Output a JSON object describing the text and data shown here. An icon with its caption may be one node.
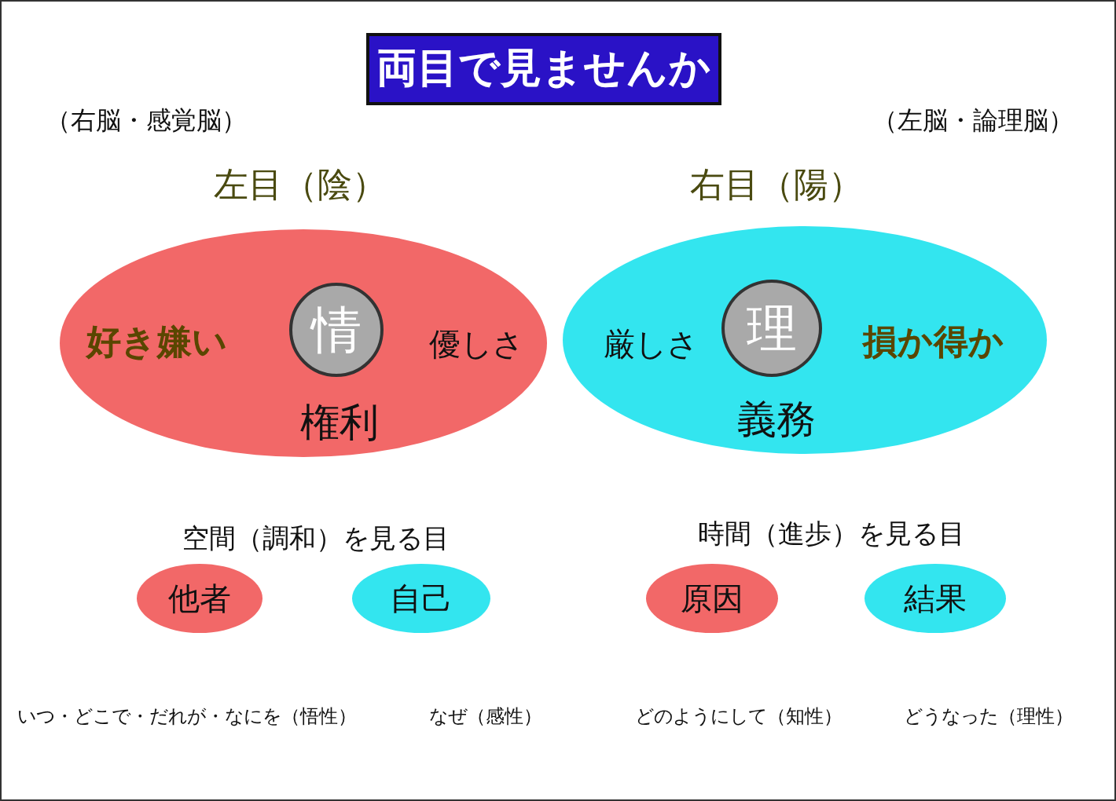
{
  "diagram": {
    "title": "両目で見ませんか",
    "nodes": [
      {
        "text": [
          "左目（陰）",
          "好き嫌い",
          "優しさ",
          "権利"
        ]
      },
      {
        "text": [
          "情"
        ],
        "in": 0
      },
      {
        "text": [
          "右目（陽）",
          "厳しさ",
          "損か得か",
          "義務"
        ]
      },
      {
        "text": [
          "理"
        ],
        "in": 2
      },
      {
        "text": [
          "他者"
        ]
      },
      {
        "text": [
          "自己"
        ]
      },
      {
        "text": [
          "原因"
        ]
      },
      {
        "text": [
          "結果"
        ]
      }
    ],
    "labels": [
      "（右脳・感覚脳）",
      "（左脳・論理脳）",
      "空間（調和）を見る目",
      "時間（進歩）を見る目",
      "いつ・どこで・だれが・なにを（悟性）",
      "なぜ（感性）",
      "どのようにして（知性）",
      "どうなった（理性）"
    ]
  }
}
